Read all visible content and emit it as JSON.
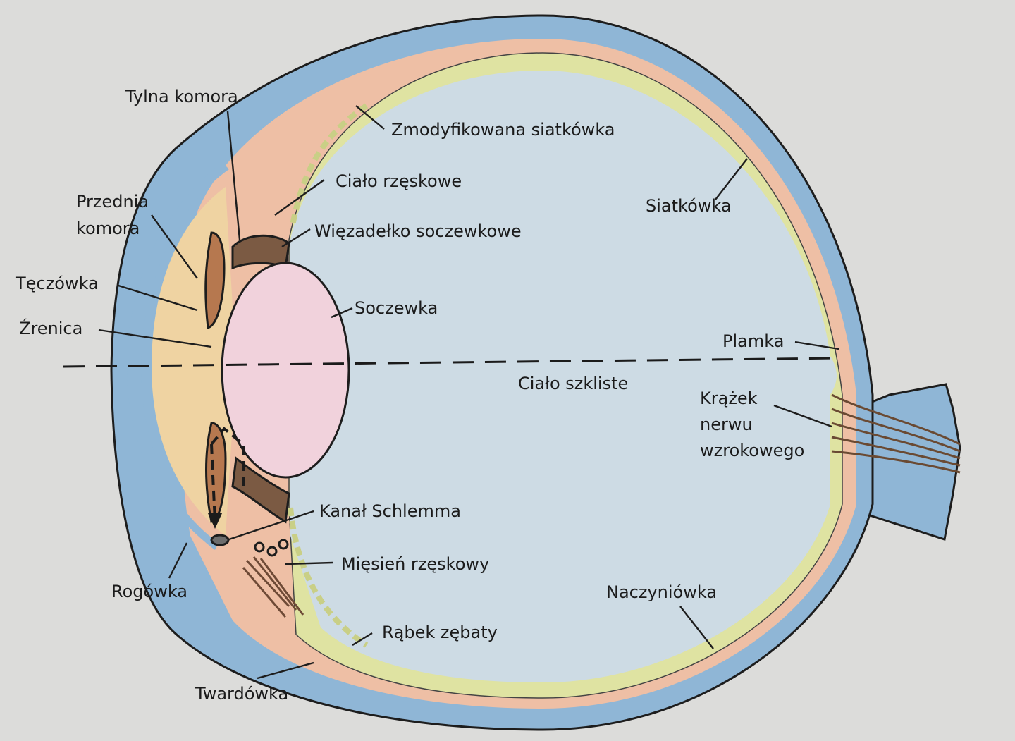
{
  "labels": {
    "tylna_komora": "Tylna komora",
    "zmodyfikowana_siatkowka": "Zmodyfikowana siatkówka",
    "cialo_rzeskowe": "Ciało rzęskowe",
    "przednia_komora_1": "Przednia",
    "przednia_komora_2": "komora",
    "wiezadelko": "Więzadełko soczewkowe",
    "teczowka": "Tęczówka",
    "soczewka": "Soczewka",
    "zrenica": "Źrenica",
    "siatkowka": "Siatkówka",
    "plamka": "Plamka",
    "cialo_szkliste": "Ciało szkliste",
    "krazek_1": "Krążek",
    "krazek_2": "nerwu",
    "krazek_3": "wzrokowego",
    "kanal_schlemma": "Kanał Schlemma",
    "miesien_rzeskowy": "Mięsień rzęskowy",
    "rogowka": "Rogówka",
    "naczyniowka": "Naczyniówka",
    "rabek_zebaty": "Rąbek zębaty",
    "twardowka": "Twardówka"
  },
  "colors": {
    "background": "#dcdcda",
    "sclera": "#8fb6d6",
    "choroid": "#eebfa5",
    "retina": "#dfe3a2",
    "vitreous": "#cddbe4",
    "anterior_chamber": "#efd3a2",
    "lens": "#f1d2dc",
    "nerve": "#b08a62"
  }
}
